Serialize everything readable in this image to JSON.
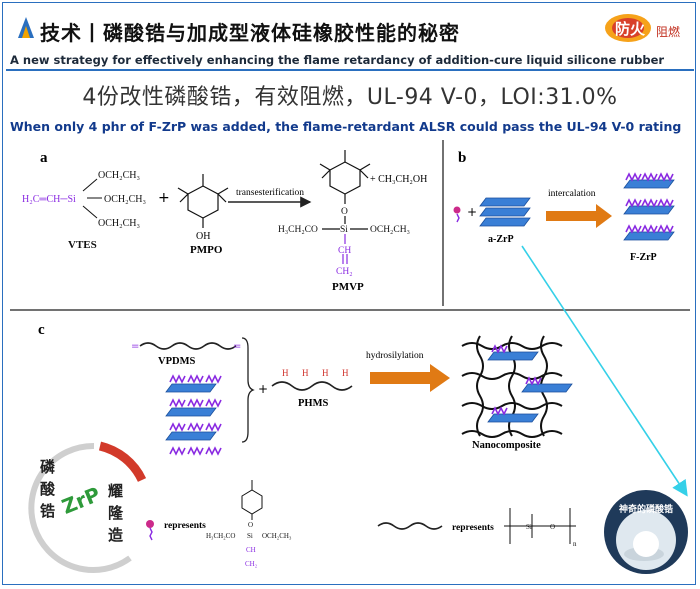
{
  "header": {
    "title_cn": "技术丨磷酸锆与加成型液体硅橡胶性能的秘密",
    "brand_text": "防火",
    "brand_sub": "阻燃",
    "subtitle_en": "A new strategy for effectively enhancing the flame retardancy of addition-cure liquid silicone rubber"
  },
  "highlight": {
    "cn": "4份改性磷酸锆，有效阻燃，UL-94 V-0，LOI:31.0%",
    "en": "When only 4 phr of F-ZrP was added, the flame-retardant ALSR could pass the UL-94 V-0 rating"
  },
  "figure": {
    "panel_a": {
      "label": "a",
      "vtes_formula_left": "H₂C═CH─Si",
      "vtes_och1": "OCH₂CH₃",
      "vtes_och2": "OCH₂CH₃",
      "vtes_och3": "OCH₂CH₃",
      "vtes_name": "VTES",
      "plus1": "+",
      "pmpo_oh": "OH",
      "pmpo_name": "PMPO",
      "arrow_label": "transesterification",
      "product_name": "PMVP",
      "product_left": "H₃CH₂CO",
      "product_right": "OCH₂CH₃",
      "product_si": "Si",
      "product_o": "O",
      "product_ch": "CH",
      "product_ch2": "CH₂",
      "byproduct": "+ CH₃CH₂OH"
    },
    "panel_b": {
      "label": "b",
      "plus": "+",
      "azrp_name": "a-ZrP",
      "arrow_label": "intercalation",
      "fzrp_name": "F-ZrP"
    },
    "panel_c": {
      "label": "c",
      "vpdms_name": "VPDMS",
      "plus": "+",
      "phms_name": "PHMS",
      "h": "H",
      "arrow_label": "hydrosilylation",
      "nano_name": "Nanocomposite",
      "represents1": "represents",
      "represents2": "represents",
      "rep_left": "H₃CH₂CO",
      "rep_right": "OCH₂CH₃",
      "rep_si": "Si",
      "rep_o": "O",
      "rep_ch": "CH",
      "rep_ch2": "CH₂",
      "rep_n": "n",
      "rep_si2": "Si",
      "rep_o2": "O"
    },
    "badge": {
      "c1": "磷",
      "c2": "酸",
      "c3": "锆",
      "c4": "耀",
      "c5": "隆",
      "c6": "造",
      "zrp": "ZrP"
    },
    "photo_caption": "神奇的磷酸锆"
  },
  "colors": {
    "accent_blue": "#2a6fbf",
    "arrow_orange": "#e07a14",
    "layer_blue": "#3a7fd6",
    "chain_purple": "#8a2be2",
    "pink": "#cc2a8a",
    "cyan": "#35d0e8",
    "badge_green": "#2e9a3a",
    "badge_red": "#d23a2a"
  }
}
